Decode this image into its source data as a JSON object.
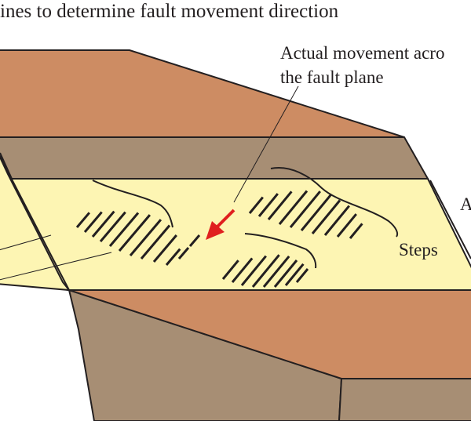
{
  "title": "ines to determine fault movement direction",
  "labels": {
    "actual_movement_line1": "Actual movement acro",
    "actual_movement_line2": "the fault plane",
    "steps": "Steps",
    "right_edge_partial": "A"
  },
  "colors": {
    "top_surface": "#cd8c63",
    "side_face": "#a78e74",
    "fault_plane": "#fdf5b3",
    "outline": "#231f20",
    "arrow": "#e0201f"
  },
  "icons": {
    "movement_arrow": "red-arrow-down-left"
  }
}
